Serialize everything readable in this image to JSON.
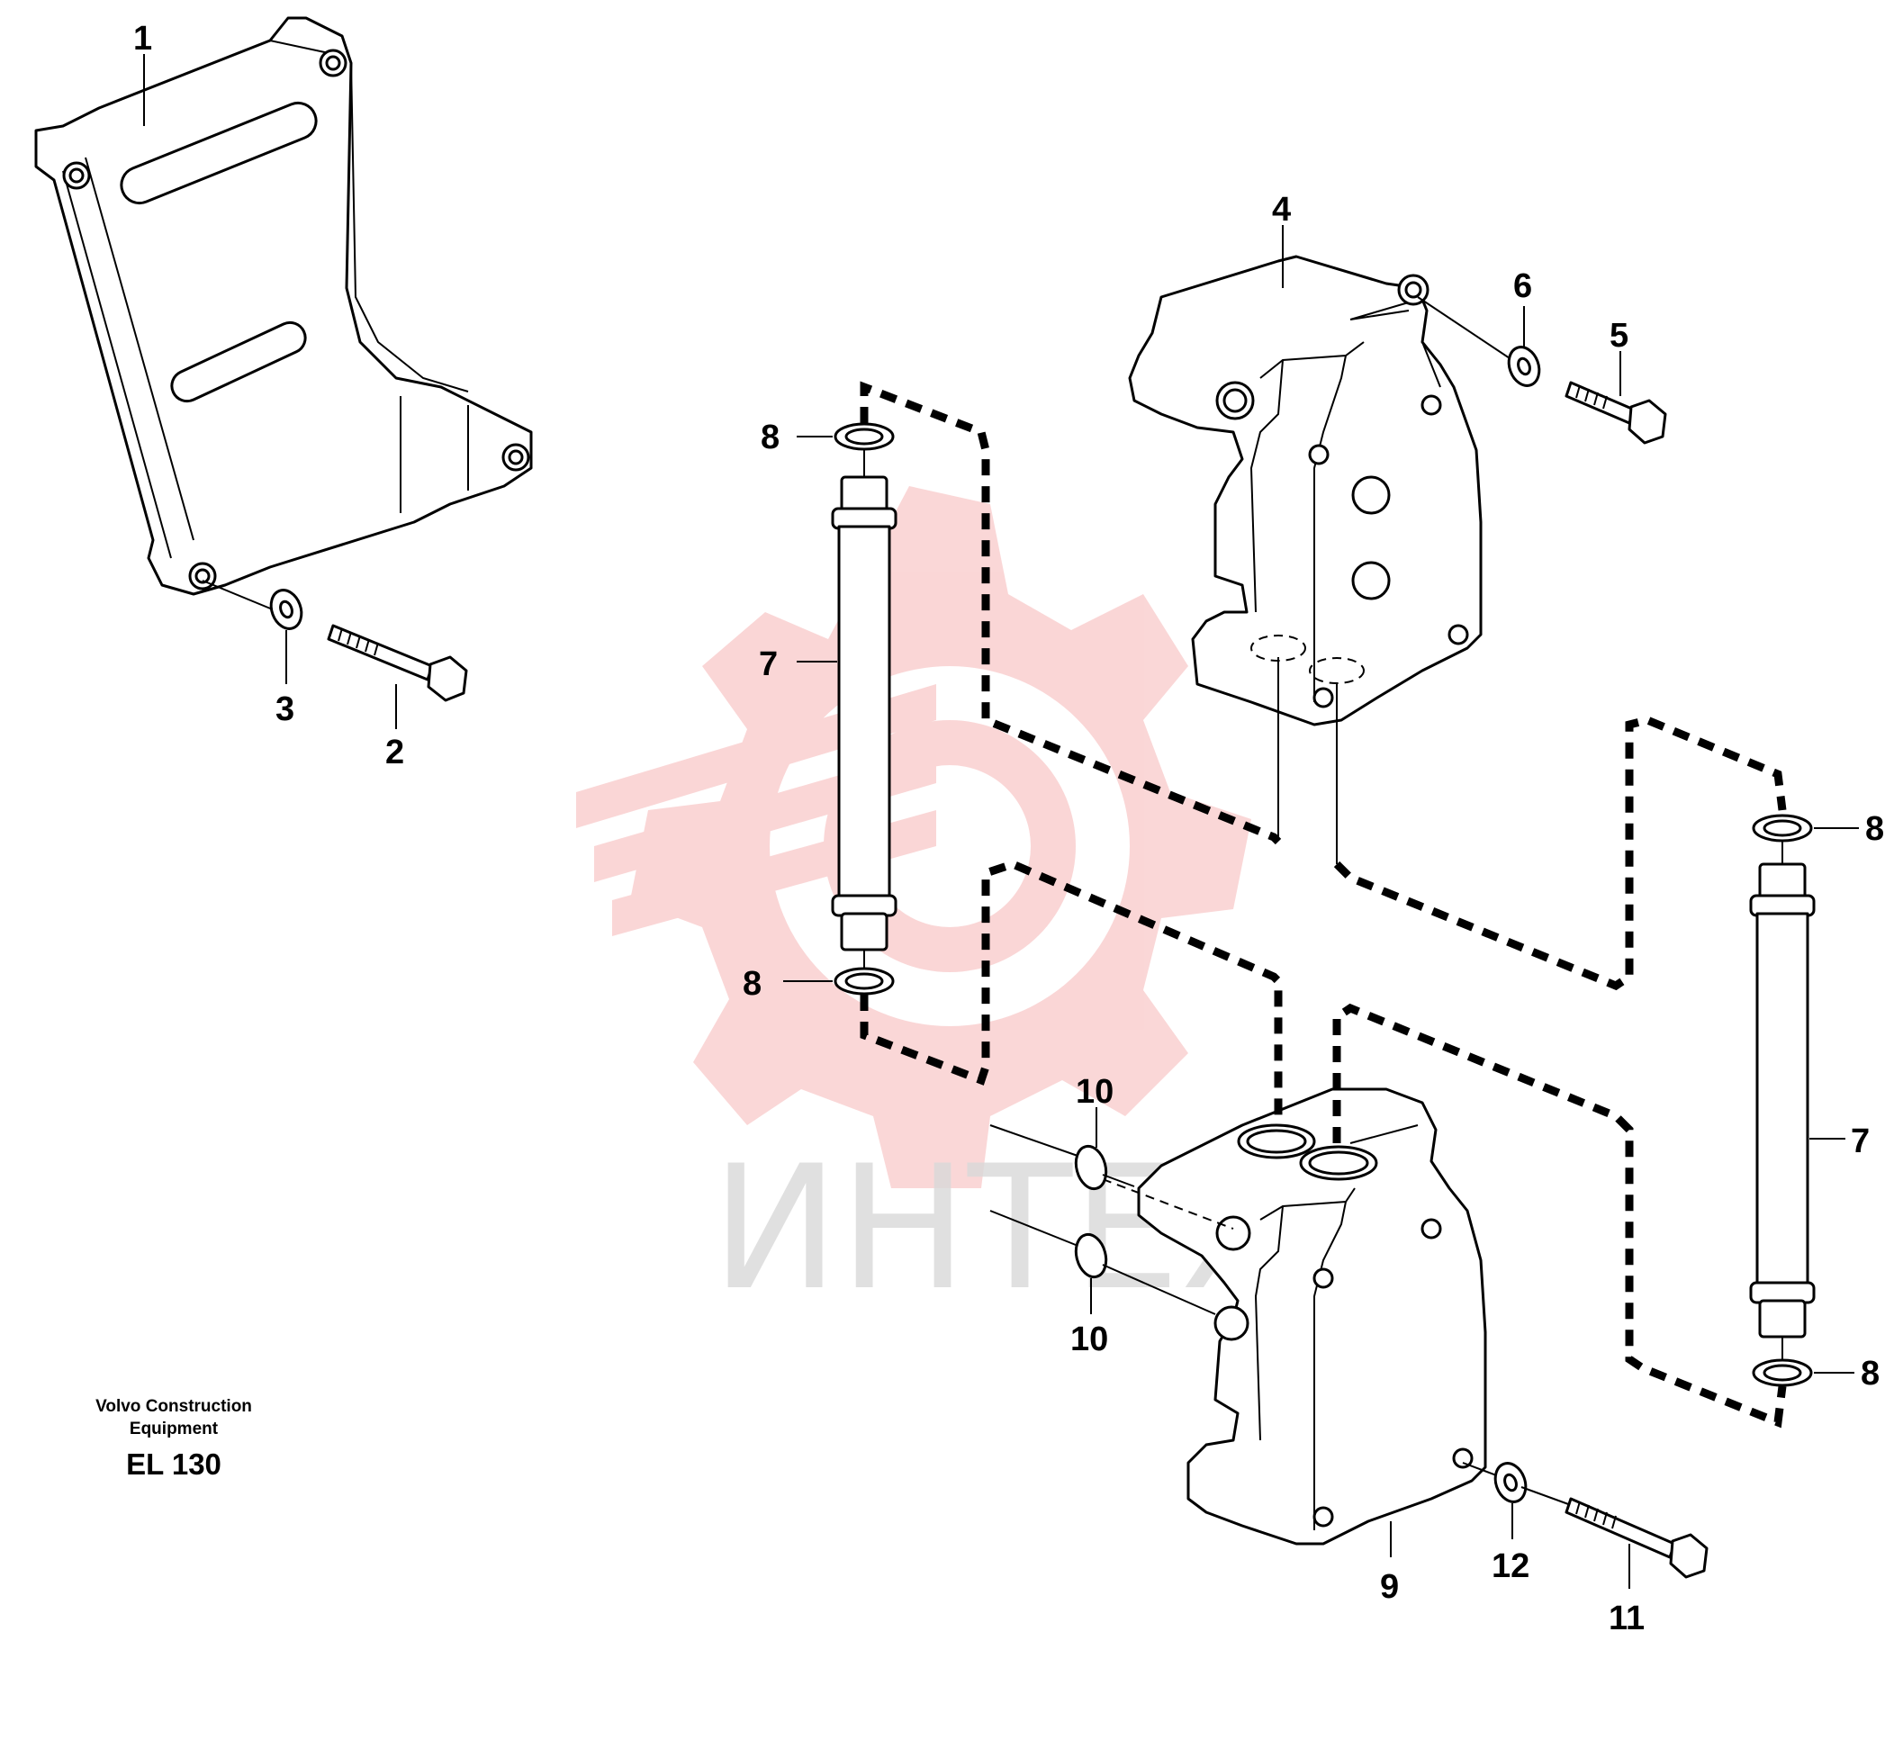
{
  "callouts": {
    "c1": "1",
    "c2": "2",
    "c3": "3",
    "c4": "4",
    "c5": "5",
    "c6": "6",
    "c7a": "7",
    "c7b": "7",
    "c8a": "8",
    "c8b": "8",
    "c8c": "8",
    "c8d": "8",
    "c9": "9",
    "c10a": "10",
    "c10b": "10",
    "c11": "11",
    "c12": "12"
  },
  "footer": {
    "maker_line1": "Volvo Construction",
    "maker_line2": "Equipment",
    "model": "EL 130"
  },
  "watermark": {
    "text": "ИНТЕХ",
    "color": "#f4a6a6"
  }
}
